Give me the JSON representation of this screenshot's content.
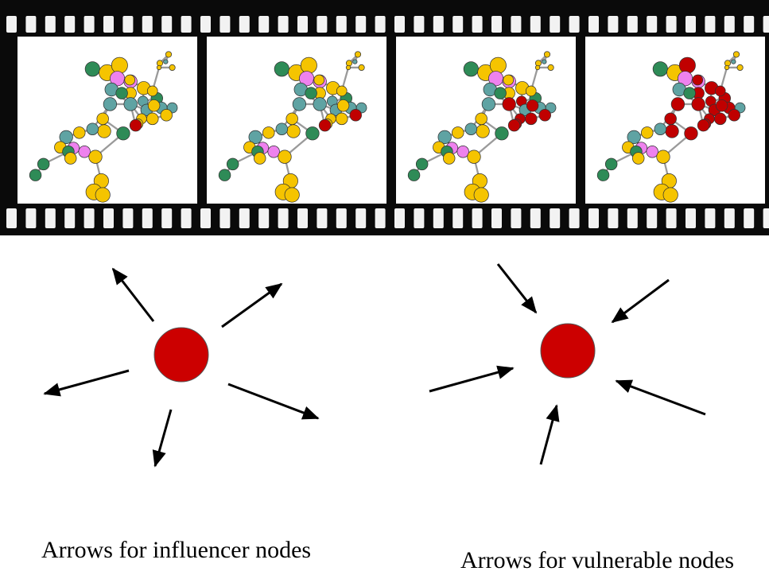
{
  "colors": {
    "film_strip": "#0a0a0a",
    "sprocket_hole": "#f2f2f2",
    "frame_background": "#ffffff",
    "edge": "#9a9a9a",
    "node_yellow": "#f5c400",
    "node_green": "#2e8b57",
    "node_teal": "#5fa3a3",
    "node_pink": "#ee82ee",
    "node_red": "#c00000",
    "central_node": "#cc0000",
    "arrow": "#000000"
  },
  "network_frames": [
    {
      "frame": 1,
      "infected_node_ids": [
        24
      ]
    },
    {
      "frame": 2,
      "infected_node_ids": [
        20,
        24
      ]
    },
    {
      "frame": 3,
      "infected_node_ids": [
        16,
        17,
        19,
        20,
        21,
        22,
        24,
        25
      ]
    },
    {
      "frame": 4,
      "infected_node_ids": [
        10,
        11,
        12,
        13,
        14,
        15,
        16,
        17,
        18,
        19,
        20,
        21,
        22,
        23,
        24,
        25,
        26,
        27
      ]
    }
  ],
  "captions": {
    "influencer": "Arrows for influencer nodes",
    "vulnerable": "Arrows for vulnerable nodes"
  }
}
